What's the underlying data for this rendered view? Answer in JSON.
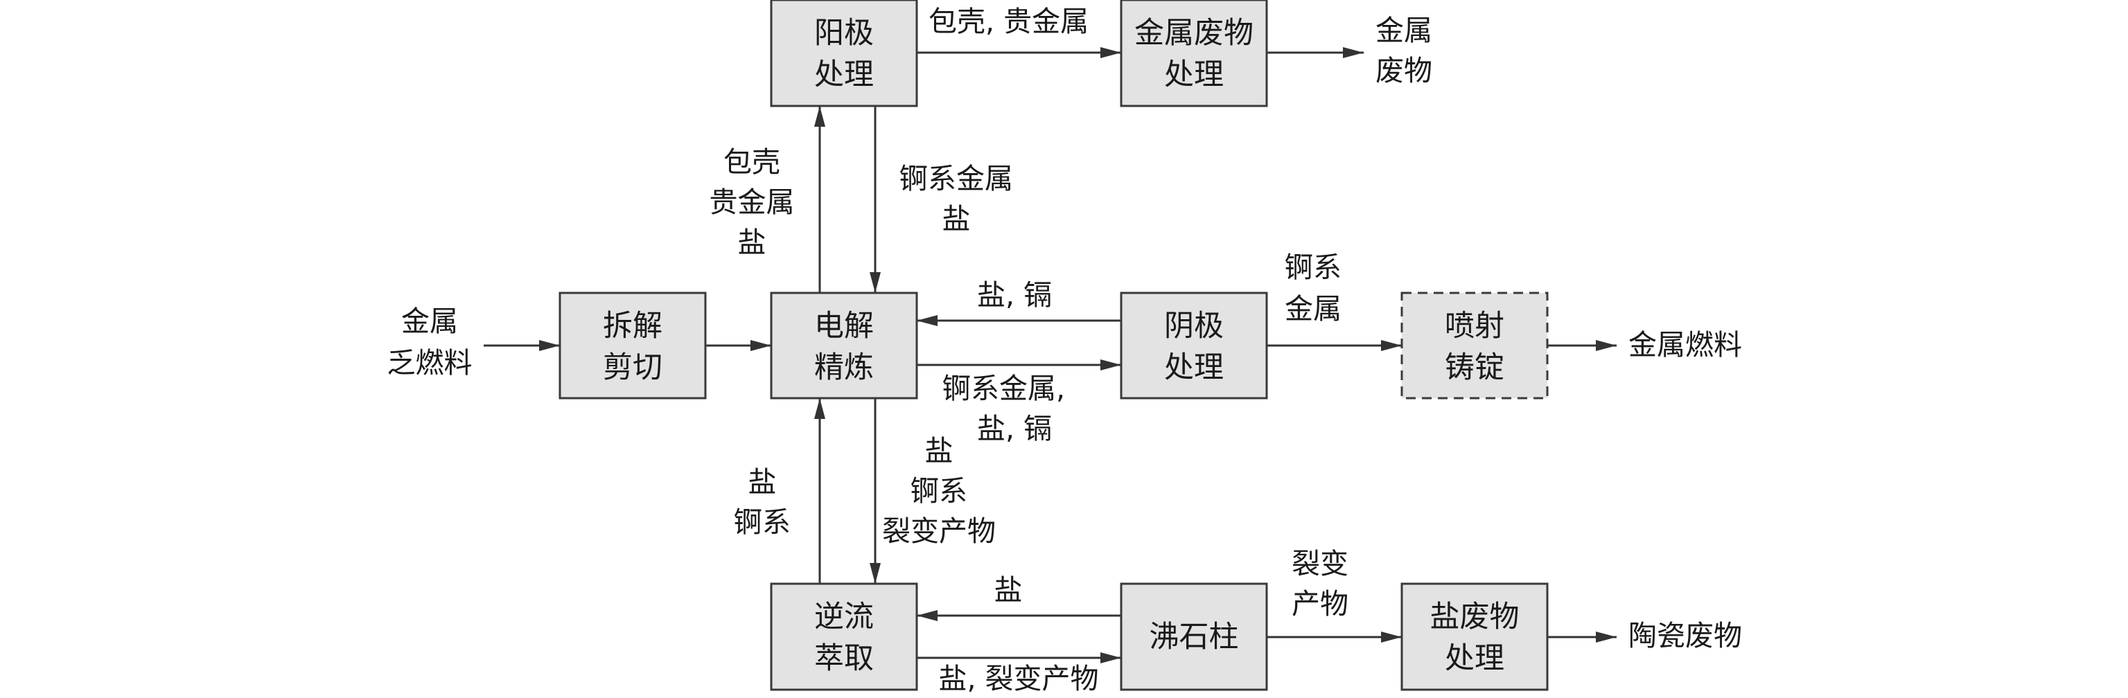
{
  "boxes": {
    "anode": {
      "l1": "阳极",
      "l2": "处理"
    },
    "metal_waste": {
      "l1": "金属废物",
      "l2": "处理"
    },
    "dismantle": {
      "l1": "拆解",
      "l2": "剪切"
    },
    "electrorefine": {
      "l1": "电解",
      "l2": "精炼"
    },
    "cathode": {
      "l1": "阴极",
      "l2": "处理"
    },
    "casting": {
      "l1": "喷射",
      "l2": "铸锭"
    },
    "countercurrent": {
      "l1": "逆流",
      "l2": "萃取"
    },
    "zeolite": {
      "l1": "沸石柱"
    },
    "salt_waste": {
      "l1": "盐废物",
      "l2": "处理"
    }
  },
  "labels": {
    "input": {
      "l1": "金属",
      "l2": "乏燃料"
    },
    "anode_to_waste": "包壳, 贵金属",
    "metal_waste_out": {
      "l1": "金属",
      "l2": "废物"
    },
    "er_to_anode": {
      "l1": "包壳",
      "l2": "贵金属",
      "l3": "盐"
    },
    "anode_to_er": {
      "l1": "锕系金属",
      "l2": "盐"
    },
    "cathode_to_er": "盐, 镉",
    "er_to_cathode": {
      "l1": "锕系金属,",
      "l2": "盐, 镉"
    },
    "cathode_to_cast": {
      "l1": "锕系",
      "l2": "金属"
    },
    "fuel_out": "金属燃料",
    "er_to_cc": {
      "l1": "盐",
      "l2": "锕系",
      "l3": "裂变产物"
    },
    "cc_to_er": {
      "l1": "盐",
      "l2": "锕系"
    },
    "zeolite_to_cc": "盐",
    "cc_to_zeolite": "盐, 裂变产物",
    "zeolite_to_salt": {
      "l1": "裂变",
      "l2": "产物"
    },
    "ceramic_out": "陶瓷废物"
  }
}
